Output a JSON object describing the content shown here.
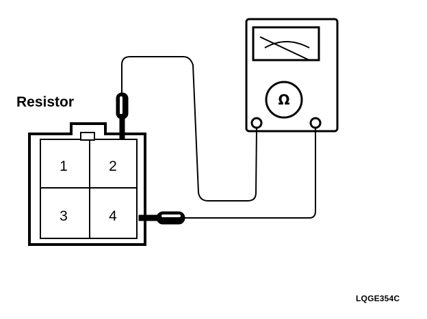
{
  "diagram": {
    "component_label": "Resistor",
    "figure_code": "LQGE354C",
    "terminals": [
      {
        "id": "1",
        "label": "1"
      },
      {
        "id": "2",
        "label": "2"
      },
      {
        "id": "3",
        "label": "3"
      },
      {
        "id": "4",
        "label": "4"
      }
    ],
    "meter": {
      "symbol": "Ω",
      "icon": "ohmmeter-icon"
    },
    "colors": {
      "ink": "#000000",
      "background": "#ffffff"
    }
  }
}
